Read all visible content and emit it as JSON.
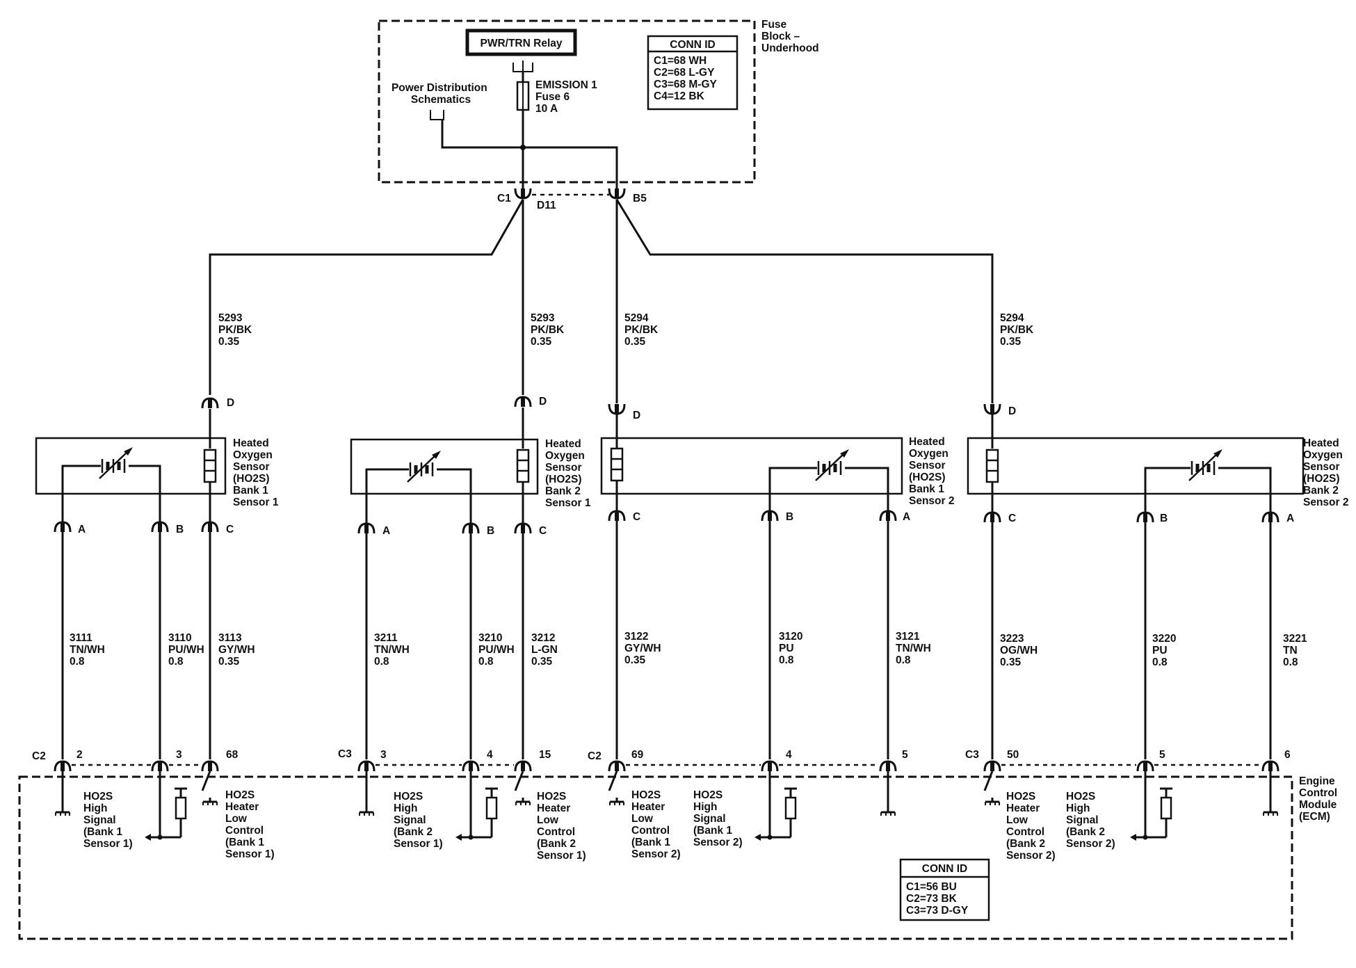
{
  "relay": {
    "label": "PWR/TRN Relay"
  },
  "fuse_block": {
    "name": [
      "Fuse",
      "Block –",
      "Underhood"
    ]
  },
  "power_dist": {
    "label": [
      "Power Distribution",
      "Schematics"
    ]
  },
  "fuse": {
    "label": [
      "EMISSION 1",
      "Fuse 6",
      "10 A"
    ]
  },
  "fuse_conn_id": {
    "title": "CONN ID",
    "rows": [
      "C1=68 WH",
      "C2=68 L-GY",
      "C3=68 M-GY",
      "C4=12 BK"
    ]
  },
  "splice_labels": {
    "left": "C1",
    "mid": "D11",
    "right": "B5"
  },
  "feeds": [
    {
      "circuit": "5293",
      "color": "PK/BK",
      "gauge": "0.35",
      "pin": "D"
    },
    {
      "circuit": "5293",
      "color": "PK/BK",
      "gauge": "0.35",
      "pin": "D"
    },
    {
      "circuit": "5294",
      "color": "PK/BK",
      "gauge": "0.35",
      "pin": "D"
    },
    {
      "circuit": "5294",
      "color": "PK/BK",
      "gauge": "0.35",
      "pin": "D"
    }
  ],
  "sensors": [
    {
      "name": [
        "Heated",
        "Oxygen",
        "Sensor",
        "(HO2S)",
        "Bank 1",
        "Sensor 1"
      ],
      "wires": [
        {
          "pin": "A",
          "circuit": "3111",
          "color": "TN/WH",
          "gauge": "0.8",
          "ecm_pin": "2"
        },
        {
          "pin": "B",
          "circuit": "3110",
          "color": "PU/WH",
          "gauge": "0.8",
          "ecm_pin": "3"
        },
        {
          "pin": "C",
          "circuit": "3113",
          "color": "GY/WH",
          "gauge": "0.35",
          "ecm_pin": "68"
        }
      ],
      "ecm_conn": "C2",
      "signal_label": [
        "HO2S",
        "High",
        "Signal",
        "(Bank 1",
        "Sensor 1)"
      ],
      "heater_label": [
        "HO2S",
        "Heater",
        "Low",
        "Control",
        "(Bank 1",
        "Sensor 1)"
      ]
    },
    {
      "name": [
        "Heated",
        "Oxygen",
        "Sensor",
        "(HO2S)",
        "Bank 2",
        "Sensor 1"
      ],
      "wires": [
        {
          "pin": "A",
          "circuit": "3211",
          "color": "TN/WH",
          "gauge": "0.8",
          "ecm_pin": "3"
        },
        {
          "pin": "B",
          "circuit": "3210",
          "color": "PU/WH",
          "gauge": "0.8",
          "ecm_pin": "4"
        },
        {
          "pin": "C",
          "circuit": "3212",
          "color": "L-GN",
          "gauge": "0.35",
          "ecm_pin": "15"
        }
      ],
      "ecm_conn": "C3",
      "signal_label": [
        "HO2S",
        "High",
        "Signal",
        "(Bank 2",
        "Sensor 1)"
      ],
      "heater_label": [
        "HO2S",
        "Heater",
        "Low",
        "Control",
        "(Bank 2",
        "Sensor 1)"
      ]
    },
    {
      "name": [
        "Heated",
        "Oxygen",
        "Sensor",
        "(HO2S)",
        "Bank 1",
        "Sensor 2"
      ],
      "wires": [
        {
          "pin": "C",
          "circuit": "3122",
          "color": "GY/WH",
          "gauge": "0.35",
          "ecm_pin": "69"
        },
        {
          "pin": "B",
          "circuit": "3120",
          "color": "PU",
          "gauge": "0.8",
          "ecm_pin": "4"
        },
        {
          "pin": "A",
          "circuit": "3121",
          "color": "TN/WH",
          "gauge": "0.8",
          "ecm_pin": "5"
        }
      ],
      "ecm_conn": "C2",
      "signal_label": [
        "HO2S",
        "High",
        "Signal",
        "(Bank 1",
        "Sensor 2)"
      ],
      "heater_label": [
        "HO2S",
        "Heater",
        "Low",
        "Control",
        "(Bank 1",
        "Sensor 2)"
      ]
    },
    {
      "name": [
        "Heated",
        "Oxygen",
        "Sensor",
        "(HO2S)",
        "Bank 2",
        "Sensor 2"
      ],
      "wires": [
        {
          "pin": "C",
          "circuit": "3223",
          "color": "OG/WH",
          "gauge": "0.35",
          "ecm_pin": "50"
        },
        {
          "pin": "B",
          "circuit": "3220",
          "color": "PU",
          "gauge": "0.8",
          "ecm_pin": "5"
        },
        {
          "pin": "A",
          "circuit": "3221",
          "color": "TN",
          "gauge": "0.8",
          "ecm_pin": "6"
        }
      ],
      "ecm_conn": "C3",
      "signal_label": [
        "HO2S",
        "High",
        "Signal",
        "(Bank 2",
        "Sensor 2)"
      ],
      "heater_label": [
        "HO2S",
        "Heater",
        "Low",
        "Control",
        "(Bank 2",
        "Sensor 2)"
      ]
    }
  ],
  "ecm": {
    "name": [
      "Engine",
      "Control",
      "Module",
      "(ECM)"
    ]
  },
  "ecm_conn_id": {
    "title": "CONN ID",
    "rows": [
      "C1=56 BU",
      "C2=73 BK",
      "C3=73 D-GY"
    ]
  }
}
